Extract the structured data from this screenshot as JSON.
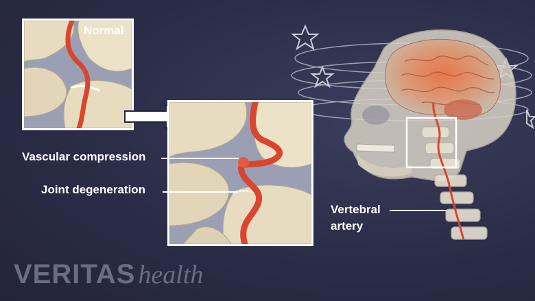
{
  "labels": {
    "normal": "Normal",
    "vascular_compression": "Vascular compression",
    "joint_degeneration": "Joint degeneration",
    "vertebral_artery_line1": "Vertebral",
    "vertebral_artery_line2": "artery"
  },
  "logo": {
    "brand": "VERITAS",
    "sub": "health"
  },
  "colors": {
    "background": "#2b2d47",
    "bone": "#e8dcc0",
    "artery": "#d9452f",
    "brain": "#e48a5e",
    "frame": "#ffffff"
  }
}
